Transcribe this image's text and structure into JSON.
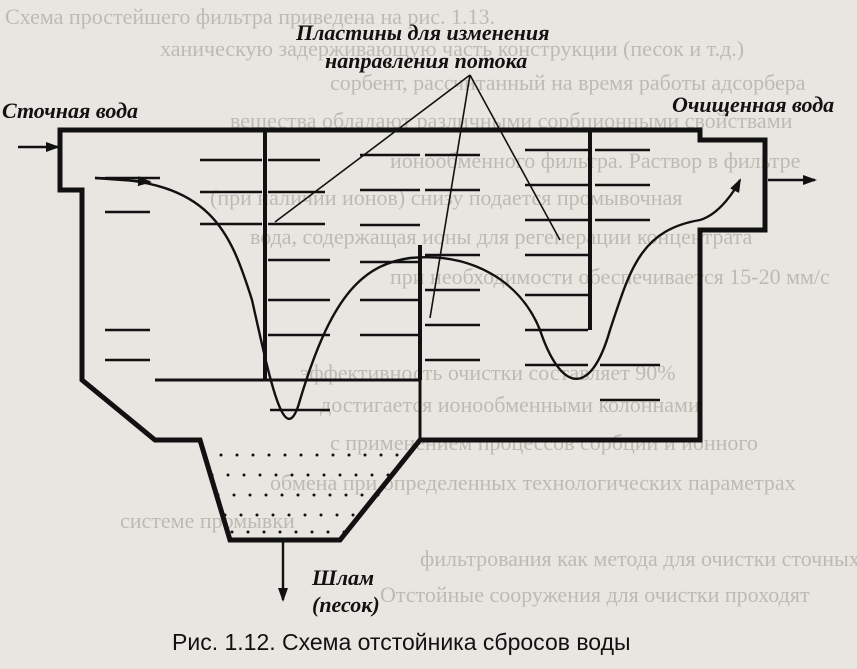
{
  "labels": {
    "plates_line1": "Пластины для изменения",
    "plates_line2": "направления потока",
    "inflow": "Сточная вода",
    "outflow": "Очищенная вода",
    "sludge_line1": "Шлам",
    "sludge_line2": "(песок)"
  },
  "caption": "Рис. 1.12. Схема отстойника сбросов воды",
  "background_text": [
    "Схема простейшего фильтра приведена на рис. 1.13.",
    "ханическую задерживающую часть конструкции (песок и т.д.)",
    "сорбент, рассчитанный на время работы адсорбера",
    "вещества обладают различными сорбционными свойствами",
    "ионообменного фильтра. Раствор в фильтре",
    "(при наличии ионов) снизу подается промывочная",
    "вода, содержащая ионы для регенерации концентрата",
    "при необходимости обеспечивается 15-20 мм/с",
    "эффективность очистки составляет 90%",
    "достигается ионообменными колоннами",
    "с применением процессов сорбции и ионного",
    "обмена при определенных технологических параметрах",
    "системе промывки",
    "фильтрования как метода для очистки сточных",
    "Отстойные сооружения для очистки проходят"
  ],
  "colors": {
    "ink": "#111111",
    "paper": "#e9e6e1",
    "ghost_ink": "#9a968f"
  }
}
